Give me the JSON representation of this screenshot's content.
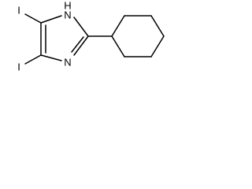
{
  "molecule": {
    "atoms": {
      "iodine_top": "I",
      "iodine_bottom": "I",
      "nh_label": "H",
      "n_top": "N",
      "n_bottom": "N"
    }
  }
}
